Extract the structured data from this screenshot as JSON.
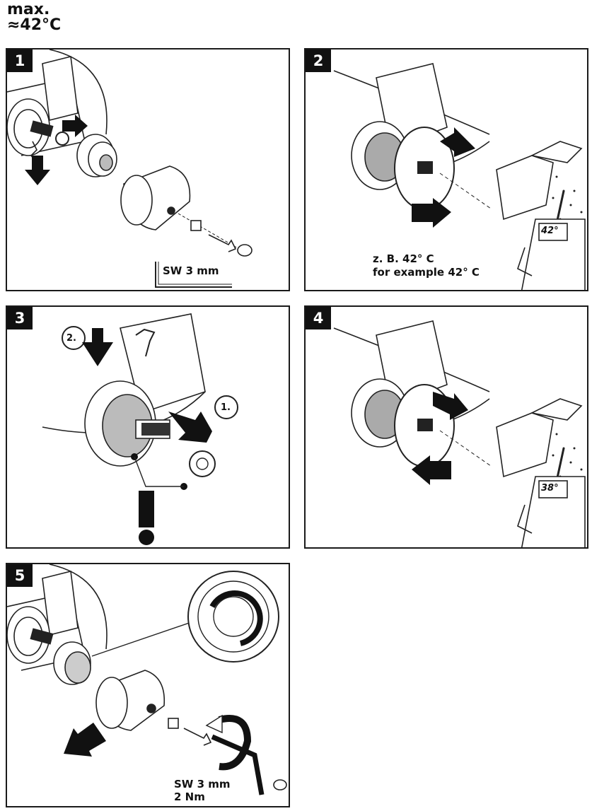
{
  "header": {
    "line1": "max.",
    "line2": "≈42°C"
  },
  "steps": [
    {
      "number": "1",
      "tool_label": "SW 3 mm"
    },
    {
      "number": "2",
      "caption_line1": "z. B. 42° C",
      "caption_line2": "for example 42° C",
      "display": "42°"
    },
    {
      "number": "3",
      "callout_1": "1.",
      "callout_2": "2."
    },
    {
      "number": "4",
      "display": "38°"
    },
    {
      "number": "5",
      "tool_label": "SW 3 mm",
      "torque": "2 Nm"
    }
  ]
}
